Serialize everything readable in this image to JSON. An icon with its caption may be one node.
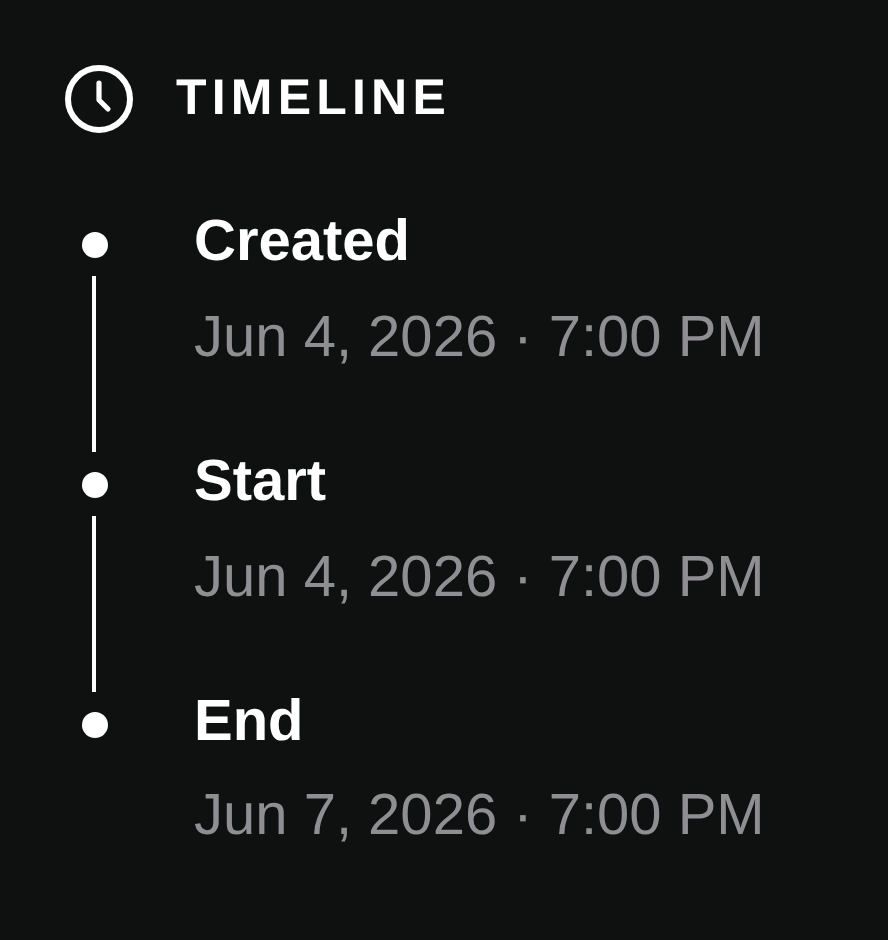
{
  "diagram": {
    "title": "TIMELINE",
    "nodes": [
      {
        "text": [],
        "shape": "circle",
        "beside": [
          "Created",
          "Jun 4, 2026 · 7:00 PM"
        ]
      },
      {
        "text": [],
        "shape": "circle",
        "beside": [
          "Start",
          "Jun 4, 2026 · 7:00 PM"
        ]
      },
      {
        "text": [],
        "shape": "circle",
        "beside": [
          "End",
          "Jun 7, 2026 · 7:00 PM"
        ]
      }
    ],
    "edges": [
      {
        "from": 0,
        "to": 1,
        "arrow": "none"
      },
      {
        "from": 1,
        "to": 2,
        "arrow": "none"
      }
    ]
  }
}
